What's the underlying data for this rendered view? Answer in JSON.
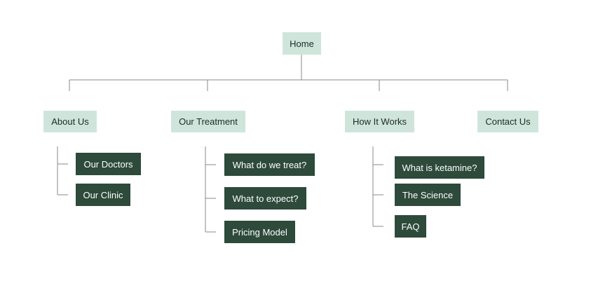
{
  "root": {
    "label": "Home"
  },
  "sections": [
    {
      "label": "About Us",
      "children": [
        "Our Doctors",
        "Our Clinic"
      ]
    },
    {
      "label": "Our Treatment",
      "children": [
        "What do we treat?",
        "What to expect?",
        "Pricing Model"
      ]
    },
    {
      "label": "How It Works",
      "children": [
        "What is ketamine?",
        "The Science",
        "FAQ"
      ]
    },
    {
      "label": "Contact Us",
      "children": []
    }
  ],
  "colors": {
    "section_fill": "#cfe5dc",
    "page_fill": "#2d4a3b",
    "connector": "#8a8a8a"
  }
}
